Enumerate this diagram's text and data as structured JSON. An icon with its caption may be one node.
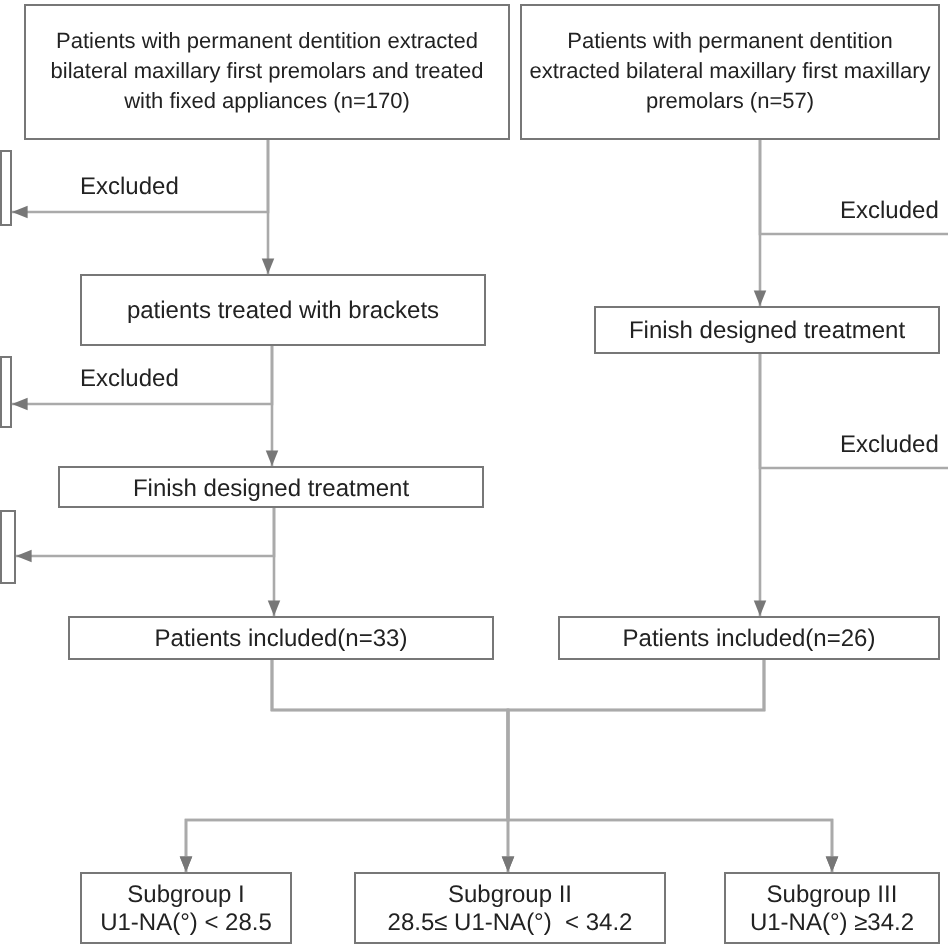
{
  "diagram": {
    "nodes": [
      {
        "text": [
          "Patients with permanent dentition extracted bilateral maxillary first premolars and treated with fixed appliances (n=170)"
        ]
      },
      {
        "text": [
          "Patients with permanent dentition extracted bilateral maxillary first maxillary premolars (n=57)"
        ]
      },
      {
        "text": [],
        "shape": "box"
      },
      {
        "text": [
          "patients treated with brackets"
        ]
      },
      {
        "text": [
          "Finish designed treatment"
        ]
      },
      {
        "text": [],
        "shape": "box"
      },
      {
        "text": [
          "Finish designed treatment"
        ]
      },
      {
        "text": [],
        "shape": "box"
      },
      {
        "text": [
          "Patients included(n=33)"
        ]
      },
      {
        "text": [
          "Patients included(n=26)"
        ]
      },
      {
        "text": [
          "Subgroup I",
          "U1-NA(°) < 28.5"
        ]
      },
      {
        "text": [
          "Subgroup II",
          "28.5≤ U1-NA(°)  < 34.2"
        ]
      },
      {
        "text": [
          "Subgroup III",
          "U1-NA(°) ≥34.2"
        ]
      }
    ],
    "edges": [
      {
        "from": 0,
        "to": 3,
        "arrow": "to"
      },
      {
        "from": 0,
        "to": 2,
        "arrow": "to",
        "label": "Excluded"
      },
      {
        "from": 3,
        "to": 6,
        "arrow": "to"
      },
      {
        "from": 3,
        "to": 5,
        "arrow": "to",
        "label": "Excluded"
      },
      {
        "from": 6,
        "to": 8,
        "arrow": "to"
      },
      {
        "from": 6,
        "to": 7,
        "arrow": "to"
      },
      {
        "from": 1,
        "to": 4,
        "arrow": "to"
      },
      {
        "from": 1,
        "to": null,
        "arrow": "none",
        "label": "Excluded"
      },
      {
        "from": 4,
        "to": 9,
        "arrow": "to"
      },
      {
        "from": 4,
        "to": null,
        "arrow": "none",
        "label": "Excluded"
      },
      {
        "from": 8,
        "to": 10,
        "arrow": "to"
      },
      {
        "from": 8,
        "to": 11,
        "arrow": "to"
      },
      {
        "from": 8,
        "to": 12,
        "arrow": "to"
      },
      {
        "from": 9,
        "to": 10,
        "arrow": "to"
      },
      {
        "from": 9,
        "to": 11,
        "arrow": "to"
      },
      {
        "from": 9,
        "to": 12,
        "arrow": "to"
      }
    ]
  }
}
